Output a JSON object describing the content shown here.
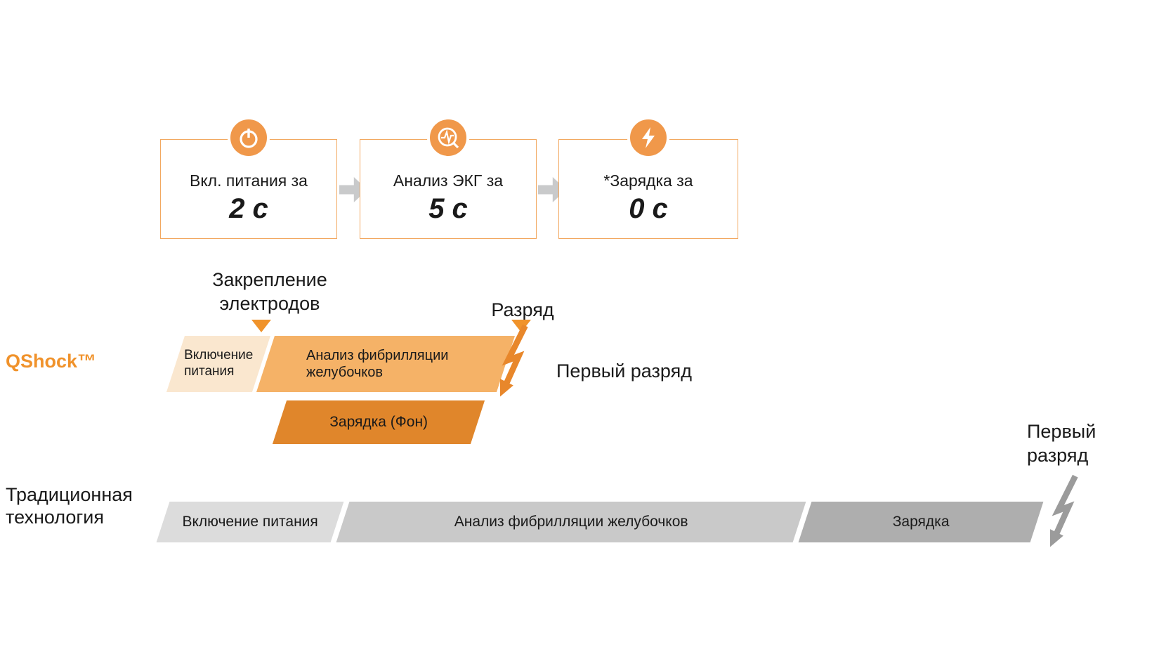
{
  "colors": {
    "accent": "#F0922B",
    "box_border": "#F2A860",
    "icon_bg": "#F0984A",
    "seg_cream": "#FAE7CF",
    "seg_light_orange": "#F5B267",
    "seg_dark_orange": "#E0862B",
    "seg_gray_light": "#DCDCDC",
    "seg_gray_mid": "#C9C9C9",
    "seg_gray_dark": "#AEAEAE",
    "arrow_gray": "#C9CACB",
    "bolt_orange": "#E8872B",
    "bolt_gray": "#9B9B9B",
    "marker_orange": "#F0932B"
  },
  "icons": {
    "step1": "power-icon",
    "step2": "ecg-analysis-icon",
    "step3": "lightning-icon",
    "qshock_bolt": "lightning-bolt-icon",
    "traditional_bolt": "lightning-bolt-icon",
    "between_steps": "right-arrow-icon"
  },
  "steps": [
    {
      "label": "Вкл. питания за",
      "value": "2 с"
    },
    {
      "label": "Анализ ЭКГ за",
      "value": "5 с"
    },
    {
      "label": "*Зарядка за",
      "value": "0 с"
    }
  ],
  "annotations": {
    "electrodes_line1": "Закрепление",
    "electrodes_line2": "электродов",
    "discharge": "Разряд",
    "first_shock": "Первый разряд",
    "first_shock_line1": "Первый",
    "first_shock_line2": "разряд"
  },
  "qshock": {
    "label": "QShock™",
    "seg_power": "Включение питания",
    "seg_analysis_line1": "Анализ фибрилляции",
    "seg_analysis_line2": "желубочков",
    "seg_charge": "Зарядка (Фон)"
  },
  "traditional": {
    "label_line1": "Традиционная",
    "label_line2": "технология",
    "seg_power": "Включение питания",
    "seg_analysis": "Анализ фибрилляции желубочков",
    "seg_charge": "Зарядка"
  }
}
